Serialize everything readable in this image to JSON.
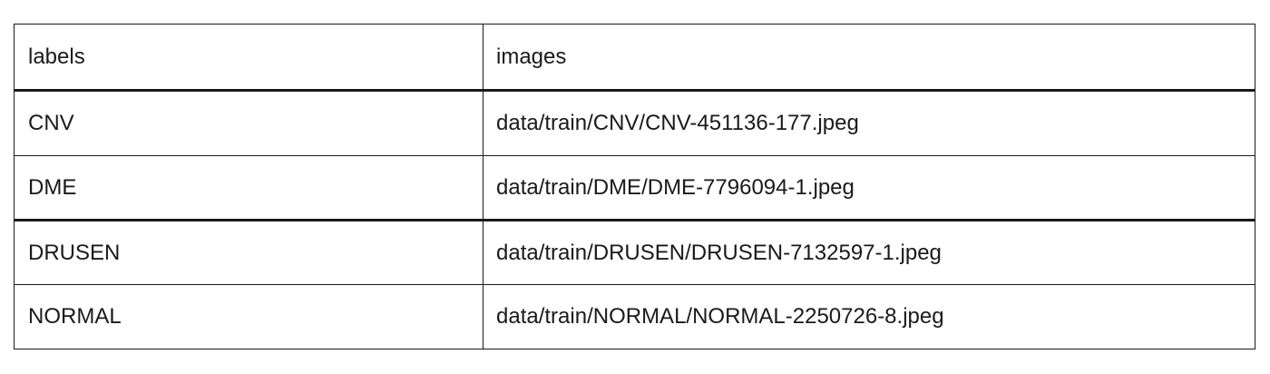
{
  "table": {
    "columns": [
      "labels",
      "images"
    ],
    "rows": [
      {
        "label": "CNV",
        "image": "data/train/CNV/CNV-451136-177.jpeg"
      },
      {
        "label": "DME",
        "image": "data/train/DME/DME-7796094-1.jpeg"
      },
      {
        "label": "DRUSEN",
        "image": "data/train/DRUSEN/DRUSEN-7132597-1.jpeg"
      },
      {
        "label": "NORMAL",
        "image": "data/train/NORMAL/NORMAL-2250726-8.jpeg"
      }
    ]
  }
}
